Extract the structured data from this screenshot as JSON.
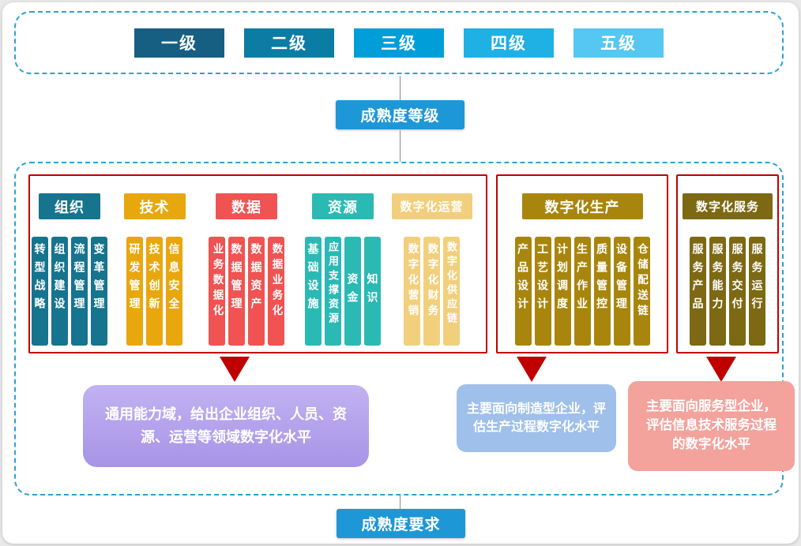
{
  "palette": {
    "dashed_border": "#2f9fd4",
    "red_border": "#c00000",
    "arrow": "#c00000",
    "label_bg": "#1e97d6",
    "organization": "#16748e",
    "technology": "#e9a70e",
    "data": "#f05352",
    "resource": "#2bb9b4",
    "digital_operation": "#f2cf7d",
    "digital_production": "#a8860d",
    "digital_service": "#7d6914",
    "desc_generic": "#b2a0eb",
    "desc_production": "#9fc0ea",
    "desc_service": "#f3a29c",
    "level_colors": [
      "#175f82",
      "#0b7ca4",
      "#009ed8",
      "#1fb0e4",
      "#55c7f0"
    ]
  },
  "labels": {
    "maturity_level": "成熟度等级",
    "maturity_requirement": "成熟度要求"
  },
  "levels": [
    {
      "label": "一级"
    },
    {
      "label": "二级"
    },
    {
      "label": "三级"
    },
    {
      "label": "四级"
    },
    {
      "label": "五级"
    }
  ],
  "generic": {
    "groups": [
      {
        "name": "组织",
        "items": [
          "转型战略",
          "组织建设",
          "流程管理",
          "变革管理"
        ]
      },
      {
        "name": "技术",
        "items": [
          "研发管理",
          "技术创新",
          "信息安全"
        ]
      },
      {
        "name": "数据",
        "items": [
          "业务数据化",
          "数据管理",
          "数据资产",
          "数据业务化"
        ]
      },
      {
        "name": "资源",
        "items": [
          "基础设施",
          "应用支撑资源",
          "资金",
          "知识"
        ]
      },
      {
        "name": "数字化运营",
        "items": [
          "数字化营销",
          "数字化财务",
          "数字化供应链"
        ]
      }
    ]
  },
  "production": {
    "name": "数字化生产",
    "items": [
      "产品设计",
      "工艺设计",
      "计划调度",
      "生产作业",
      "质量管控",
      "设备管理",
      "仓储配送链"
    ]
  },
  "service": {
    "name": "数字化服务",
    "items": [
      "服务产品",
      "服务能力",
      "服务交付",
      "服务运行"
    ]
  },
  "descriptions": [
    {
      "text": "通用能力域，给出企业组织、人员、资源、运营等领域数字化水平"
    },
    {
      "text": "主要面向制造型企业，评估生产过程数字化水平"
    },
    {
      "text": "主要面向服务型企业，评估信息技术服务过程的数字化水平"
    }
  ]
}
